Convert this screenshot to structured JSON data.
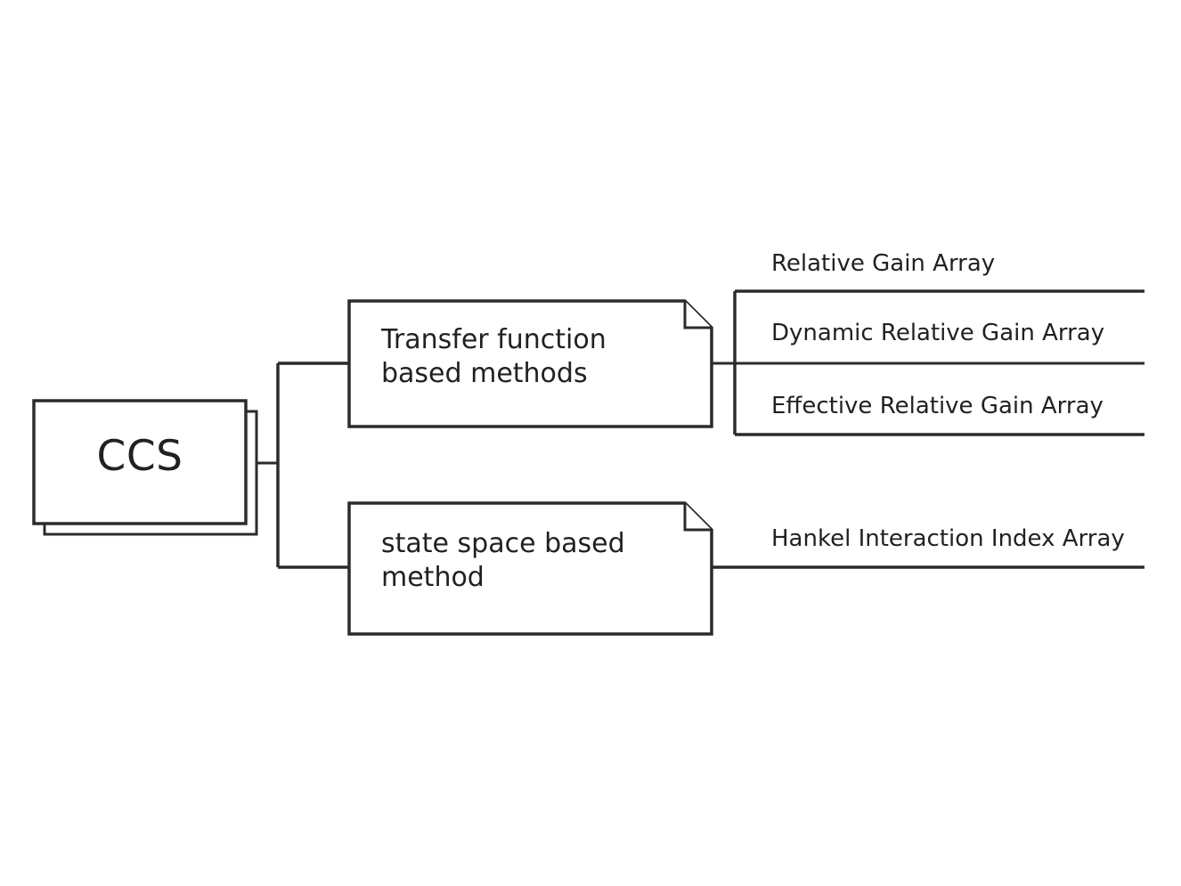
{
  "diagram": {
    "type": "tree-taxonomy",
    "orientation": "left-to-right",
    "stroke_color": "#2b2b2b",
    "background_color": "#ffffff",
    "text_color": "#1f2124",
    "root": {
      "label": "CCS",
      "shape": "stacked-rectangle"
    },
    "branches": [
      {
        "label": "Transfer function\nbased methods",
        "shape": "folded-corner-note",
        "children": [
          {
            "label": "Relative Gain Array"
          },
          {
            "label": "Dynamic Relative Gain Array"
          },
          {
            "label": "Effective Relative Gain Array"
          }
        ]
      },
      {
        "label": "state space based\nmethod",
        "shape": "folded-corner-note",
        "children": [
          {
            "label": "Hankel Interaction Index Array"
          }
        ]
      }
    ]
  }
}
